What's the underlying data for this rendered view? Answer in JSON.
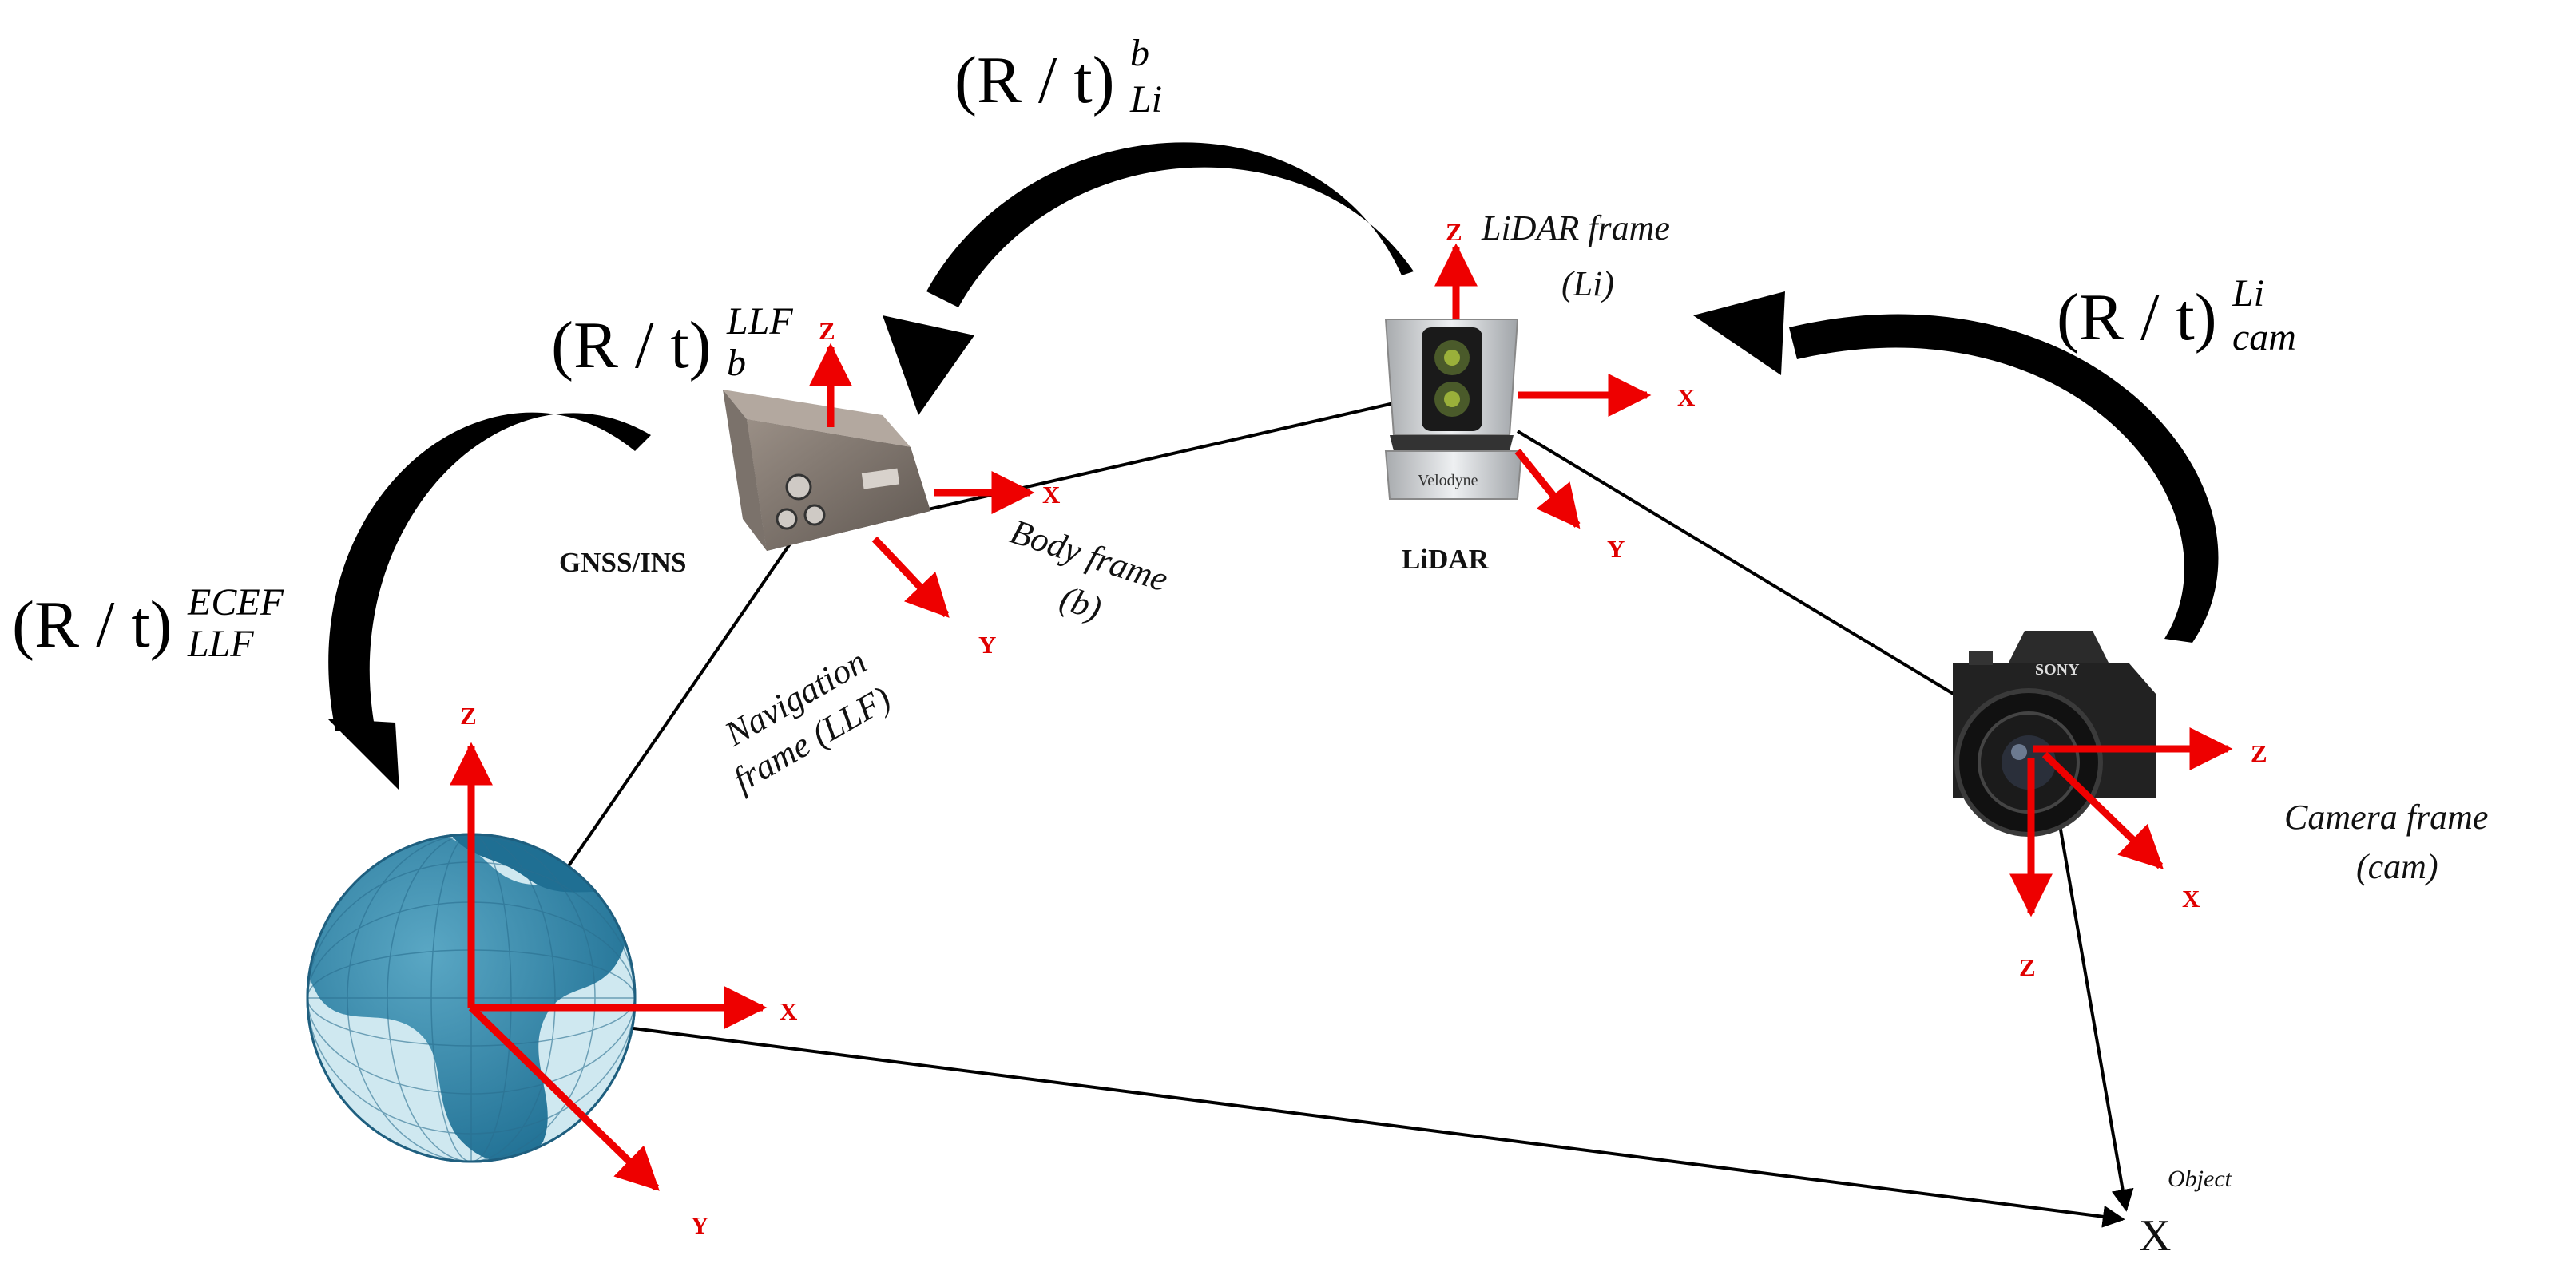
{
  "transforms": {
    "ecef_llf": {
      "base": "(R / t)",
      "sup": "ECEF",
      "sub": "LLF"
    },
    "llf_b": {
      "base": "(R / t)",
      "sup": "LLF",
      "sub": "b"
    },
    "b_li": {
      "base": "(R / t)",
      "sup": "b",
      "sub": "Li"
    },
    "li_cam": {
      "base": "(R / t)",
      "sup": "Li",
      "sub": "cam"
    }
  },
  "devices": {
    "gnss": "GNSS/INS",
    "lidar": "LiDAR"
  },
  "frames": {
    "body": [
      "Body frame",
      "(b)"
    ],
    "navigation": [
      "Navigation",
      "frame (LLF)"
    ],
    "lidar": [
      "LiDAR frame",
      "(Li)"
    ],
    "camera": [
      "Camera frame",
      "(cam)"
    ]
  },
  "axes": {
    "earth": {
      "z": "Z",
      "x": "X",
      "y": "Y"
    },
    "gnss": {
      "z": "Z",
      "x": "X",
      "y": "Y"
    },
    "lidar": {
      "z": "Z",
      "x": "X",
      "y": "Y"
    },
    "camera": {
      "x1": "Z",
      "x2": "X",
      "down": "Z"
    }
  },
  "object": {
    "label": "Object",
    "mark": "X"
  },
  "brand": {
    "lidar": "Velodyne",
    "camera": "SONY"
  },
  "colors": {
    "axis": "#ee0000",
    "arrow": "#000000",
    "line": "#000000"
  }
}
